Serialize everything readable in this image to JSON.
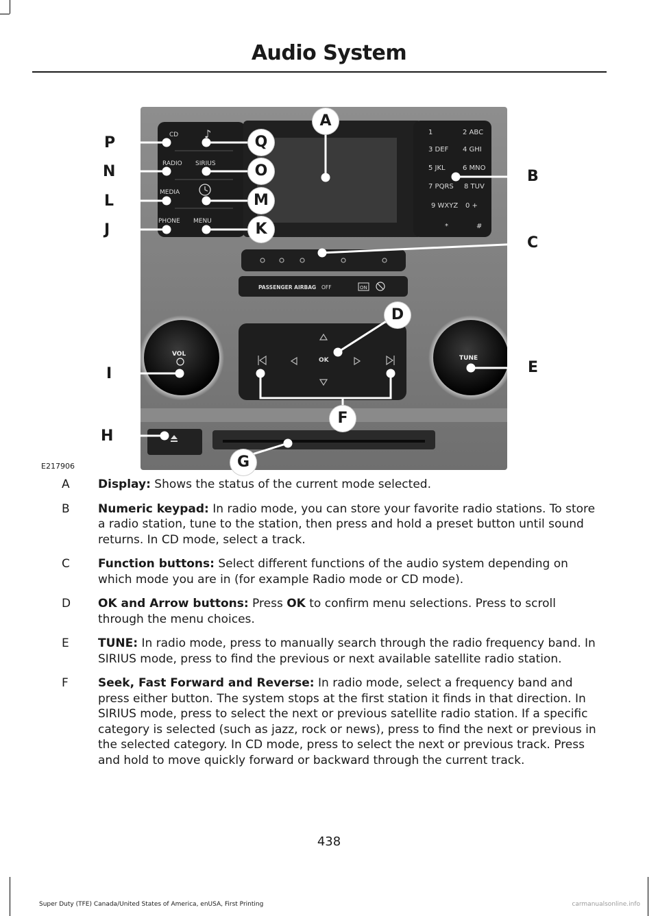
{
  "header": {
    "title": "Audio System"
  },
  "figure": {
    "code": "E217906",
    "callouts": {
      "A": "A",
      "B": "B",
      "C": "C",
      "D": "D",
      "E": "E",
      "F": "F",
      "G": "G",
      "H": "H",
      "I": "I",
      "J": "J",
      "K": "K",
      "L": "L",
      "M": "M",
      "N": "N",
      "O": "O",
      "P": "P",
      "Q": "Q"
    },
    "panel": {
      "btn_cd": "CD",
      "btn_radio": "RADIO",
      "btn_sirius": "SIRIUS",
      "btn_media": "MEDIA",
      "btn_phone": "PHONE",
      "btn_menu": "MENU",
      "airbag": "PASSENGER AIRBAG",
      "airbag_off": "OFF",
      "airbag_on": "ON",
      "vol": "VOL",
      "tune": "TUNE",
      "ok": "OK",
      "keys": [
        "1",
        "2 ABC",
        "3 DEF",
        "4 GHI",
        "5 JKL",
        "6 MNO",
        "7 PQRS",
        "8 TUV",
        "9 WXYZ",
        "0 +",
        "*",
        "#"
      ]
    }
  },
  "items": [
    {
      "key": "A",
      "term": "Display:",
      "text": " Shows the status of the current mode selected."
    },
    {
      "key": "B",
      "term": "Numeric keypad:",
      "text": " In radio mode, you can store your favorite radio stations. To store a radio station, tune to the station, then press and hold a preset button until sound returns. In CD mode, select a track."
    },
    {
      "key": "C",
      "term": "Function buttons:",
      "text": " Select different functions of the audio system depending on which mode you are in (for example Radio mode or CD mode)."
    },
    {
      "key": "D",
      "term": "OK and Arrow buttons:",
      "pre": " Press ",
      "ok": "OK",
      "text": " to confirm menu selections. Press to scroll through the menu choices."
    },
    {
      "key": "E",
      "term": "TUNE:",
      "text": " In radio mode, press to manually search through the radio frequency band. In SIRIUS mode, press to find the previous or next available satellite radio station."
    },
    {
      "key": "F",
      "term": "Seek, Fast Forward and Reverse:",
      "text": " In radio mode, select a frequency band and press either button. The system stops at the first station it finds in that direction. In SIRIUS mode, press to select the next or previous satellite radio station. If a specific category is selected (such as jazz, rock or news), press to find the next or previous in the selected category. In CD mode, press to select the next or previous track. Press and hold to move quickly forward or backward through the current track."
    }
  ],
  "page_number": "438",
  "footer": "Super Duty (TFE) Canada/United States of America, enUSA, First Printing",
  "watermark": "carmanualsonline.info"
}
